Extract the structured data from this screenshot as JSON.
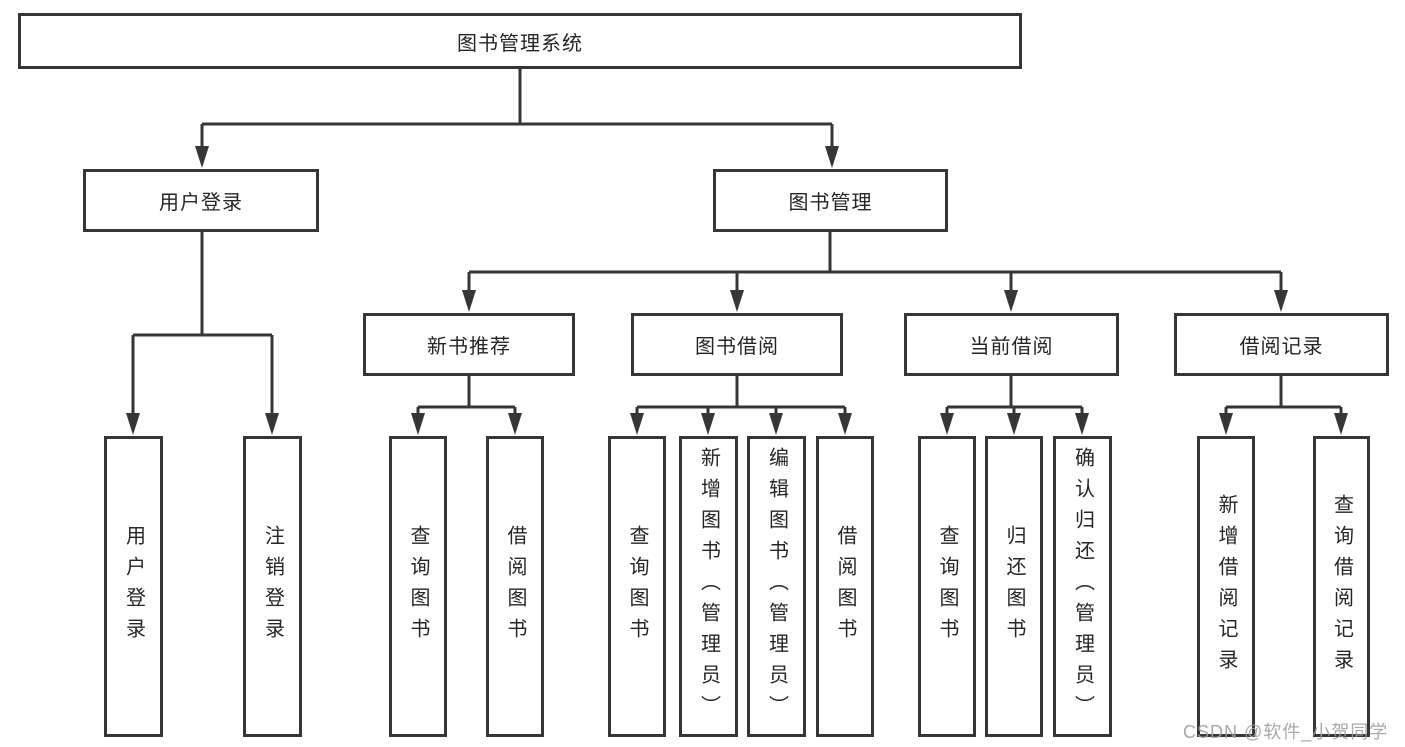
{
  "tree": {
    "root": {
      "label": "图书管理系统"
    },
    "branches": [
      {
        "label": "用户登录",
        "children": [
          {
            "label": "用户登录"
          },
          {
            "label": "注销登录"
          }
        ]
      },
      {
        "label": "图书管理",
        "sections": [
          {
            "label": "新书推荐",
            "children": [
              {
                "label": "查询图书"
              },
              {
                "label": "借阅图书"
              }
            ]
          },
          {
            "label": "图书借阅",
            "children": [
              {
                "label": "查询图书"
              },
              {
                "label": "新增图书（管理员）"
              },
              {
                "label": "编辑图书（管理员）"
              },
              {
                "label": "借阅图书"
              }
            ]
          },
          {
            "label": "当前借阅",
            "children": [
              {
                "label": "查询图书"
              },
              {
                "label": "归还图书"
              },
              {
                "label": "确认归还（管理员）"
              }
            ]
          },
          {
            "label": "借阅记录",
            "children": [
              {
                "label": "新增借阅记录"
              },
              {
                "label": "查询借阅记录"
              }
            ]
          }
        ]
      }
    ]
  },
  "watermark": "CSDN @软件_小贺同学",
  "colors": {
    "line": "#363636",
    "border": "#363636",
    "text": "#262626",
    "watermark": "#9e9e9e",
    "background": "#ffffff"
  }
}
